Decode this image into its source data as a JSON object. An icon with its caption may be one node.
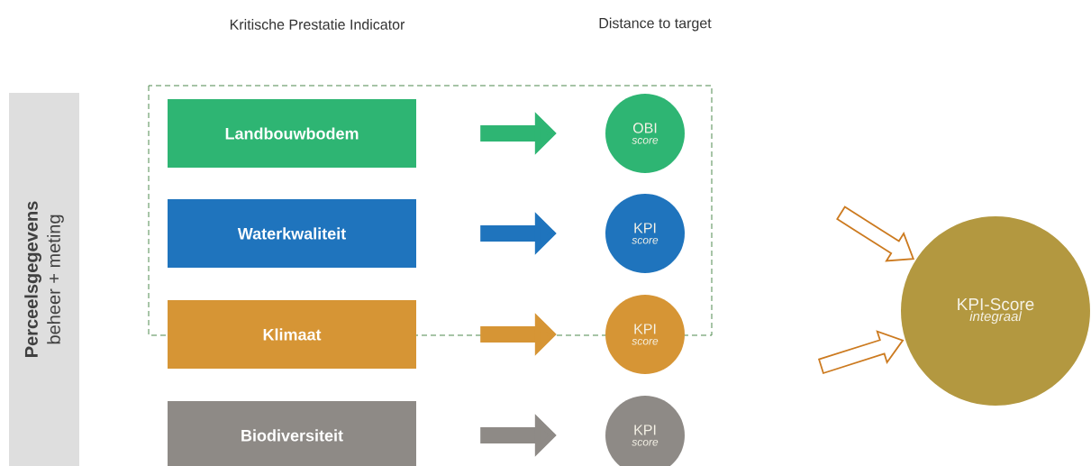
{
  "diagram": {
    "nodes": [
      {
        "text": [
          "Perceelsgegevens",
          "beheer + meting"
        ]
      },
      {
        "text": [
          "Landbouwbodem"
        ]
      },
      {
        "text": [
          "OBI",
          "score"
        ]
      },
      {
        "text": [
          "Waterkwaliteit"
        ]
      },
      {
        "text": [
          "KPI",
          "score"
        ]
      },
      {
        "text": [
          "Klimaat"
        ]
      },
      {
        "text": [
          "KPI",
          "score"
        ]
      },
      {
        "text": [
          "Biodiversiteit"
        ]
      },
      {
        "text": [
          "KPI",
          "score"
        ]
      },
      {
        "text": [
          "KPI-Score",
          "integraal"
        ]
      }
    ],
    "edges": [
      {
        "from": 1,
        "to": 2,
        "arrow": "to",
        "color": "#2eb573"
      },
      {
        "from": 3,
        "to": 4,
        "arrow": "to",
        "color": "#1f74bd"
      },
      {
        "from": 5,
        "to": 6,
        "arrow": "to",
        "color": "#d69535"
      },
      {
        "from": 7,
        "to": 8,
        "arrow": "to",
        "color": "#8e8a86"
      },
      {
        "from": null,
        "to": 9,
        "arrow": "to",
        "color": "#cc7a1f"
      },
      {
        "from": null,
        "to": 9,
        "arrow": "to",
        "color": "#cc7a1f"
      }
    ],
    "labels": [
      "Kritische Prestatie Indicator",
      "Distance to target"
    ]
  }
}
